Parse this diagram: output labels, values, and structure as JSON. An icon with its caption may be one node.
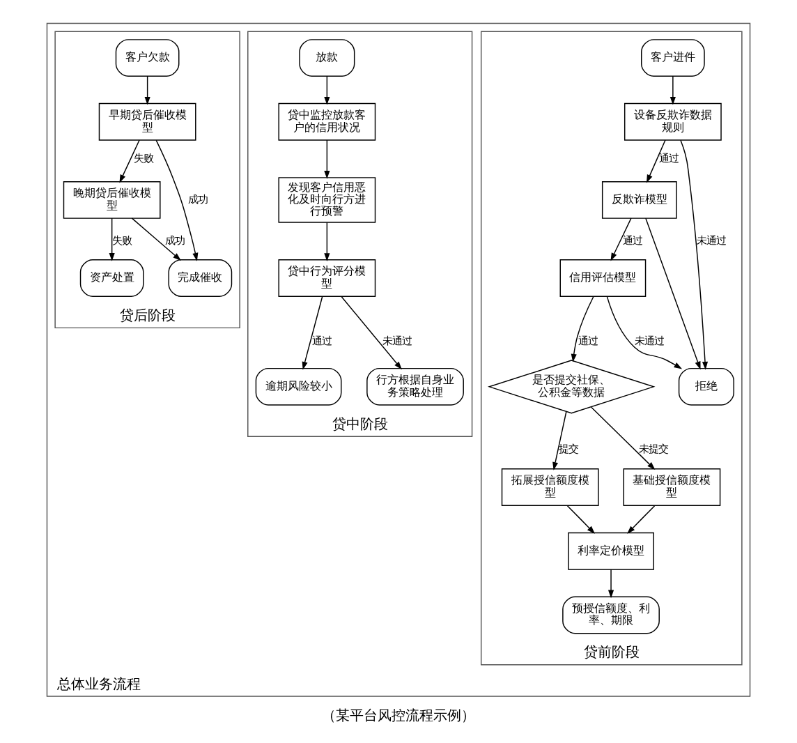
{
  "diagram": {
    "caption": "（某平台风控流程示例）",
    "nodes": [
      {
        "text": [
          "总体业务流程"
        ]
      },
      {
        "text": [
          "贷前阶段"
        ],
        "in": 0
      },
      {
        "text": [
          "客户进件"
        ],
        "in": 1
      },
      {
        "text": [
          "设备反欺诈数据规则"
        ],
        "in": 1
      },
      {
        "text": [
          "反欺诈模型"
        ],
        "in": 1
      },
      {
        "text": [
          "信用评估模型"
        ],
        "in": 1
      },
      {
        "text": [
          "拒绝"
        ],
        "in": 1
      },
      {
        "text": [
          "是否提交社保、公积金等数据"
        ],
        "in": 1
      },
      {
        "text": [
          "拓展授信额度模型"
        ],
        "in": 1
      },
      {
        "text": [
          "基础授信额度模型"
        ],
        "in": 1
      },
      {
        "text": [
          "利率定价模型"
        ],
        "in": 1
      },
      {
        "text": [
          "预授信额度、利率、期限"
        ],
        "in": 1
      },
      {
        "text": [
          "贷中阶段"
        ],
        "in": 0
      },
      {
        "text": [
          "放款"
        ],
        "in": 12
      },
      {
        "text": [
          "贷中监控放款客户的信用状况"
        ],
        "in": 12
      },
      {
        "text": [
          "发现客户信用恶化及时向行方进行预警"
        ],
        "in": 12
      },
      {
        "text": [
          "贷中行为评分模型"
        ],
        "in": 12
      },
      {
        "text": [
          "逾期风险较小"
        ],
        "in": 12
      },
      {
        "text": [
          "行方根据自身业务策略处理"
        ],
        "in": 12
      },
      {
        "text": [
          "贷后阶段"
        ],
        "in": 0
      },
      {
        "text": [
          "客户欠款"
        ],
        "in": 19
      },
      {
        "text": [
          "早期贷后催收模型"
        ],
        "in": 19
      },
      {
        "text": [
          "晚期贷后催收模型"
        ],
        "in": 19
      },
      {
        "text": [
          "完成催收"
        ],
        "in": 19
      },
      {
        "text": [
          "资产处置"
        ],
        "in": 19
      }
    ],
    "edges": [
      {
        "from": 2,
        "to": 3,
        "arrow": "to"
      },
      {
        "from": 3,
        "to": 4,
        "arrow": "to",
        "label": "通过"
      },
      {
        "from": 3,
        "to": 6,
        "arrow": "to",
        "label": "未通过"
      },
      {
        "from": 4,
        "to": 5,
        "arrow": "to",
        "label": "通过"
      },
      {
        "from": 4,
        "to": 6,
        "arrow": "to"
      },
      {
        "from": 5,
        "to": 6,
        "arrow": "to",
        "label": "未通过"
      },
      {
        "from": 5,
        "to": 7,
        "arrow": "to",
        "label": "通过"
      },
      {
        "from": 7,
        "to": 8,
        "arrow": "to",
        "label": "提交"
      },
      {
        "from": 7,
        "to": 9,
        "arrow": "to",
        "label": "未提交"
      },
      {
        "from": 8,
        "to": 10,
        "arrow": "to"
      },
      {
        "from": 9,
        "to": 10,
        "arrow": "to"
      },
      {
        "from": 10,
        "to": 11,
        "arrow": "to"
      },
      {
        "from": 13,
        "to": 14,
        "arrow": "to"
      },
      {
        "from": 14,
        "to": 15,
        "arrow": "to"
      },
      {
        "from": 15,
        "to": 16,
        "arrow": "to"
      },
      {
        "from": 16,
        "to": 17,
        "arrow": "to",
        "label": "通过"
      },
      {
        "from": 16,
        "to": 18,
        "arrow": "to",
        "label": "未通过"
      },
      {
        "from": 20,
        "to": 21,
        "arrow": "to"
      },
      {
        "from": 21,
        "to": 22,
        "arrow": "to",
        "label": "失败"
      },
      {
        "from": 21,
        "to": 23,
        "arrow": "to",
        "label": "成功"
      },
      {
        "from": 22,
        "to": 23,
        "arrow": "to",
        "label": "成功"
      },
      {
        "from": 22,
        "to": 24,
        "arrow": "to",
        "label": "失败"
      }
    ]
  }
}
